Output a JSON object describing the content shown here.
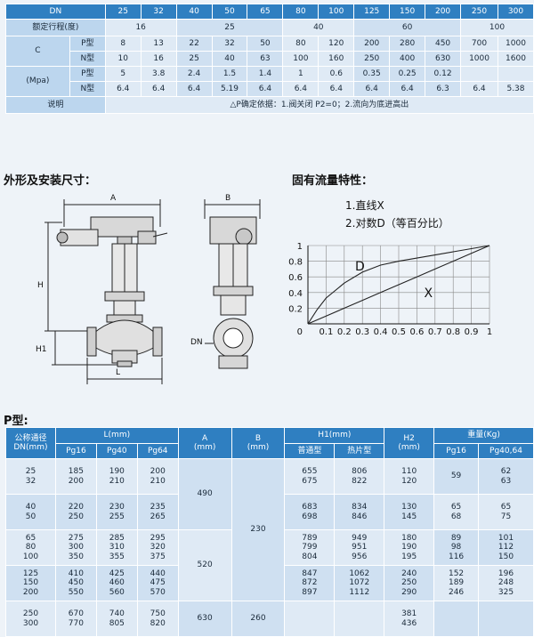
{
  "spec": {
    "dn_label": "DN",
    "dn_values": [
      "25",
      "32",
      "40",
      "50",
      "65",
      "80",
      "100",
      "125",
      "150",
      "200",
      "250",
      "300"
    ],
    "stroke_label": "额定行程(度)",
    "stroke_values": [
      "16",
      "25",
      "40",
      "60",
      "100"
    ],
    "c_label": "C",
    "mpa_label": "(Mpa)",
    "p_type": "P型",
    "n_type": "N型",
    "c_p": [
      "8",
      "13",
      "22",
      "32",
      "50",
      "80",
      "120",
      "200",
      "280",
      "450",
      "700",
      "1000"
    ],
    "c_n": [
      "10",
      "16",
      "25",
      "40",
      "63",
      "100",
      "160",
      "250",
      "400",
      "630",
      "1000",
      "1600"
    ],
    "mpa_p": [
      "5",
      "3.8",
      "2.4",
      "1.5",
      "1.4",
      "1",
      "0.6",
      "0.35",
      "0.25",
      "0.12"
    ],
    "mpa_n": [
      "6.4",
      "6.4",
      "6.4",
      "5.19",
      "6.4",
      "6.4",
      "6.4",
      "6.4",
      "6.4",
      "6.3",
      "6.4",
      "5.38"
    ],
    "note_label": "说明",
    "note_text": "△P确定依据：1.阀关闭   P2=0；2.流向为底进高出"
  },
  "section_dims_title": "外形及安装尺寸：",
  "section_flow_title": "固有流量特性：",
  "drawing": {
    "label_a": "A",
    "label_b": "B",
    "label_h": "H",
    "label_h1": "H1",
    "label_l": "L",
    "label_dn": "DN"
  },
  "chart_data": {
    "type": "line",
    "legend_items": [
      "1.直线X",
      "2.对数D（等百分比）"
    ],
    "x_ticks": [
      "0.1",
      "0.2",
      "0.3",
      "0.4",
      "0.5",
      "0.6",
      "0.7",
      "0.8",
      "0.9",
      "1"
    ],
    "y_ticks": [
      "1",
      "0.8",
      "0.6",
      "0.4",
      "0.2"
    ],
    "origin_label": "0",
    "xlim": [
      0,
      1
    ],
    "ylim": [
      0,
      1
    ],
    "series": [
      {
        "name": "X",
        "x": [
          0,
          0.1,
          0.2,
          0.3,
          0.4,
          0.5,
          0.6,
          0.7,
          0.8,
          0.9,
          1.0
        ],
        "y": [
          0,
          0.1,
          0.2,
          0.3,
          0.4,
          0.5,
          0.6,
          0.7,
          0.8,
          0.9,
          1.0
        ]
      },
      {
        "name": "D",
        "x": [
          0,
          0.05,
          0.1,
          0.2,
          0.3,
          0.4,
          0.5,
          0.6,
          0.7,
          0.8,
          0.9,
          1.0
        ],
        "y": [
          0,
          0.18,
          0.33,
          0.52,
          0.66,
          0.75,
          0.8,
          0.84,
          0.88,
          0.92,
          0.96,
          1.0
        ]
      }
    ],
    "curve_labels": [
      "D",
      "X"
    ]
  },
  "ptype_title": "P型:",
  "dims": {
    "headers": {
      "dn": "公称通径\nDN(mm)",
      "l": "L(mm)",
      "a": "A\n(mm)",
      "b": "B\n(mm)",
      "h1": "H1(mm)",
      "h2": "H2\n(mm)",
      "weight": "重量(Kg)",
      "pg16": "Pg16",
      "pg40": "Pg40",
      "pg64": "Pg64",
      "normal": "普通型",
      "heat_sink": "热片型",
      "w_pg16": "Pg16",
      "w_pg4064": "Pg40,64"
    },
    "groups": [
      {
        "dn": "25\n32",
        "pg16": "185\n200",
        "pg40": "190\n210",
        "pg64": "200\n210",
        "normal": "655\n675",
        "heat": "806\n822",
        "h2": "110\n120",
        "w16": "59",
        "w4064": "62\n63"
      },
      {
        "dn": "40\n50",
        "pg16": "220\n250",
        "pg40": "230\n255",
        "pg64": "235\n265",
        "normal": "683\n698",
        "heat": "834\n846",
        "h2": "130\n145",
        "w16": "65\n68",
        "w4064": "65\n75"
      },
      {
        "dn": "65\n80\n100",
        "pg16": "275\n300\n350",
        "pg40": "285\n310\n355",
        "pg64": "295\n320\n375",
        "normal": "789\n799\n804",
        "heat": "949\n951\n956",
        "h2": "180\n190\n195",
        "w16": "89\n98\n116",
        "w4064": "101\n112\n150"
      },
      {
        "dn": "125\n150\n200",
        "pg16": "410\n450\n550",
        "pg40": "425\n460\n560",
        "pg64": "440\n475\n570",
        "normal": "847\n872\n897",
        "heat": "1062\n1072\n1112",
        "h2": "240\n250\n290",
        "w16": "152\n189\n246",
        "w4064": "196\n248\n325"
      },
      {
        "dn": "250\n300",
        "pg16": "670\n770",
        "pg40": "740\n805",
        "pg64": "750\n820",
        "normal": "",
        "heat": "",
        "h2": "381\n436",
        "w16": "",
        "w4064": ""
      }
    ],
    "a_values": [
      "490",
      "520",
      "630"
    ],
    "b_values": [
      "230",
      "260"
    ]
  }
}
